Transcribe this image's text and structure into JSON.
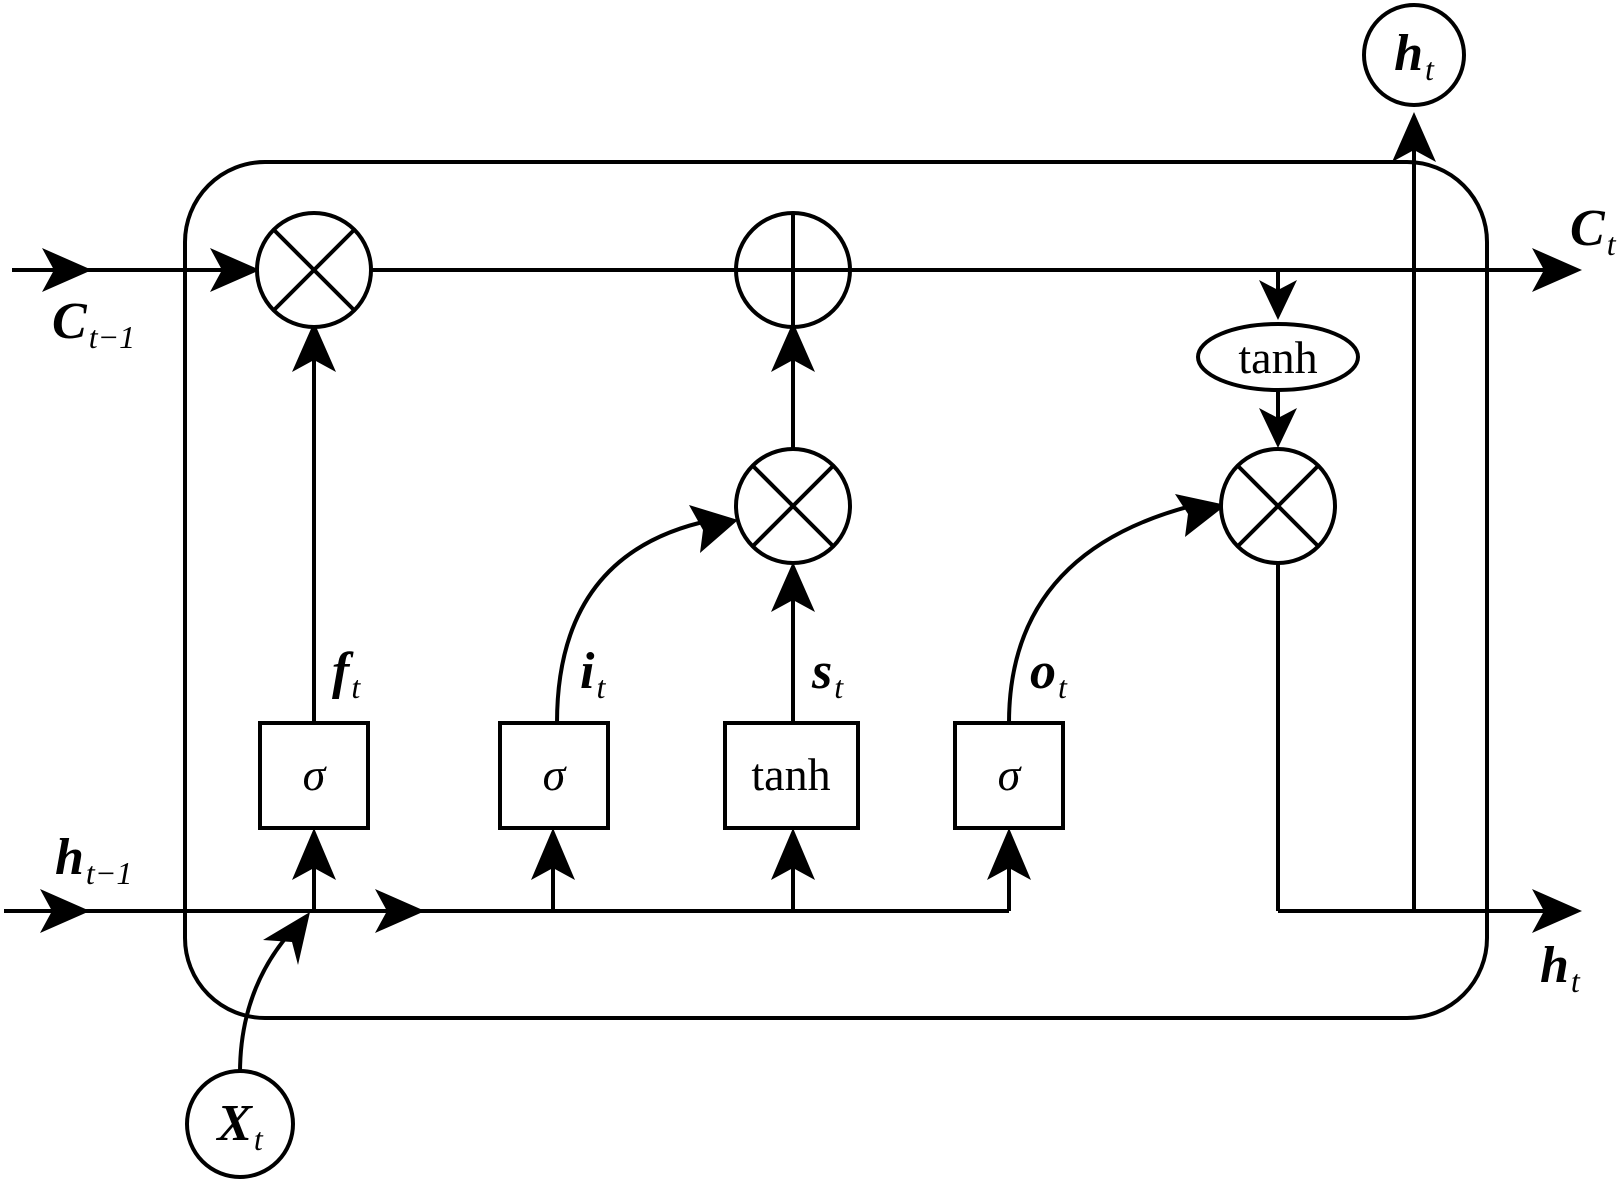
{
  "labels": {
    "c_prev": {
      "main": "C",
      "sub": "t−1"
    },
    "c_next": {
      "main": "C",
      "sub": "t"
    },
    "h_prev": {
      "main": "h",
      "sub": "t−1"
    },
    "h_next": {
      "main": "h",
      "sub": "t"
    },
    "h_top": {
      "main": "h",
      "sub": "t"
    },
    "x_in": {
      "main": "X",
      "sub": "t"
    },
    "f": {
      "main": "f",
      "sub": "t"
    },
    "i": {
      "main": "i",
      "sub": "t"
    },
    "s": {
      "main": "s",
      "sub": "t"
    },
    "o": {
      "main": "o",
      "sub": "t"
    }
  },
  "gates": {
    "forget": "σ",
    "input": "σ",
    "candidate": "tanh",
    "output": "σ",
    "cell_tanh": "tanh"
  }
}
